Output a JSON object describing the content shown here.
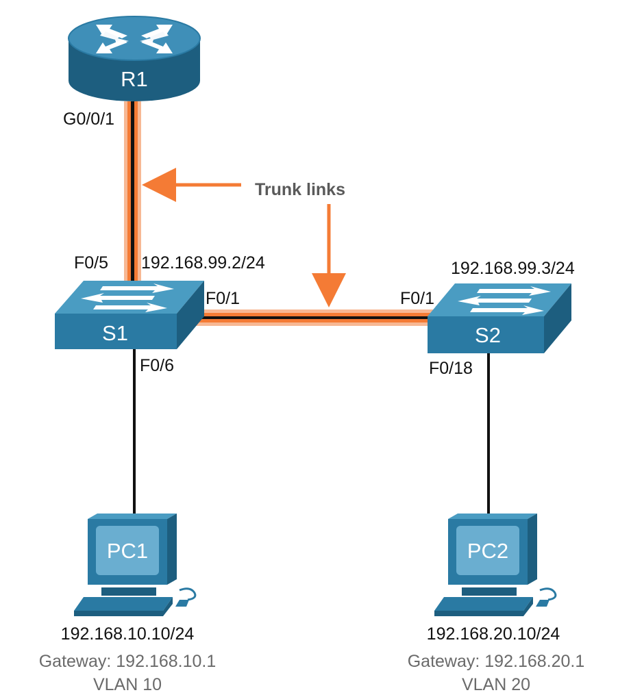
{
  "colors": {
    "device_dark": "#1d5e7f",
    "device_mid": "#2a7aa3",
    "device_light": "#4a9cc2",
    "trunk_orange": "#f47b35",
    "trunk_pale": "#f7b894",
    "link_black": "#111111"
  },
  "icons": {
    "router": "router-icon",
    "switch": "switch-icon",
    "pc": "workstation-icon"
  },
  "devices": {
    "r1": {
      "name": "R1",
      "port": "G0/0/1"
    },
    "s1": {
      "name": "S1",
      "ip": "192.168.99.2/24",
      "port_up": "F0/5",
      "port_trunk": "F0/1",
      "port_down": "F0/6"
    },
    "s2": {
      "name": "S2",
      "ip": "192.168.99.3/24",
      "port_trunk": "F0/1",
      "port_down": "F0/18"
    },
    "pc1": {
      "name": "PC1",
      "ip": "192.168.10.10/24",
      "gateway": "Gateway: 192.168.10.1",
      "vlan": "VLAN 10"
    },
    "pc2": {
      "name": "PC2",
      "ip": "192.168.20.10/24",
      "gateway": "Gateway: 192.168.20.1",
      "vlan": "VLAN 20"
    }
  },
  "callout": {
    "text": "Trunk links"
  }
}
